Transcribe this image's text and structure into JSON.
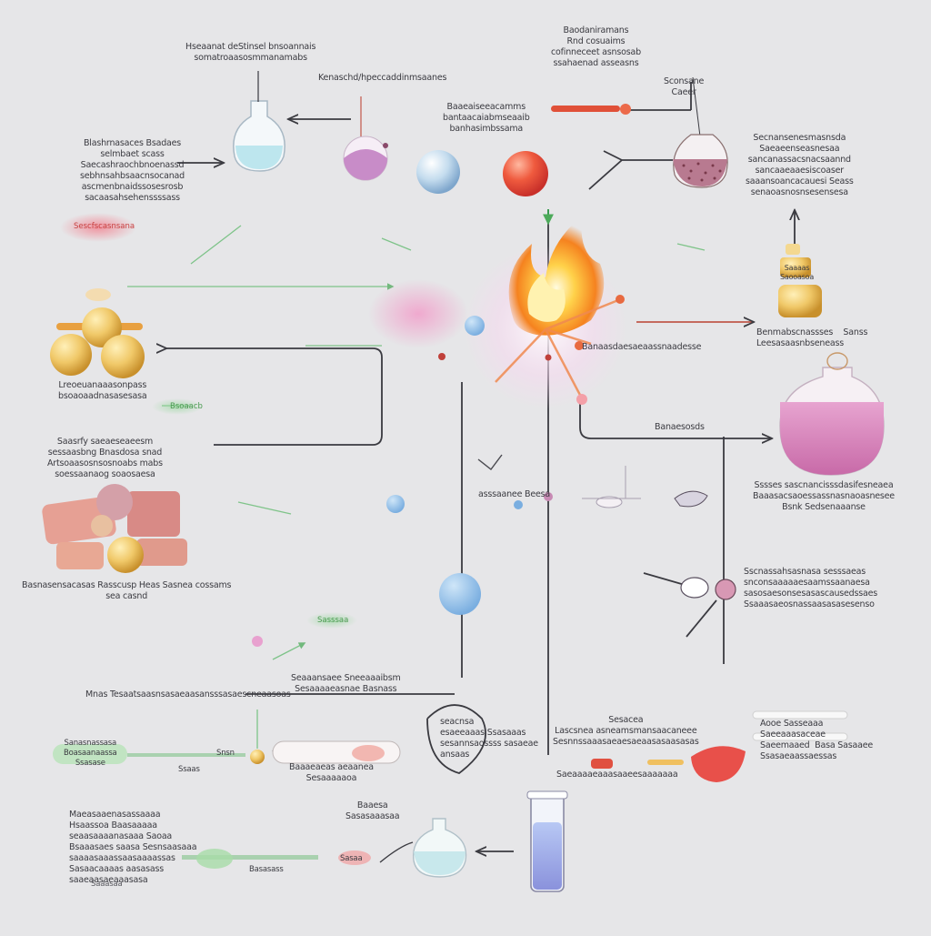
{
  "diagram": {
    "title": "",
    "colors": {
      "background": "#e6e6e8",
      "arrow": "#3a3a40",
      "flame_outer": "#f59a28",
      "flame_inner": "#fff6c8",
      "flask_liquid_blue": "#bfe8ef",
      "flask_liquid_pink": "#d98cc4",
      "sphere_red": "#e8503a",
      "sphere_blue": "#8fbde8",
      "crystal_gold": "#e8c060",
      "block_pink": "#e3a098",
      "tube_liquid": "#9aa6e6"
    },
    "icons": [
      "flask-icon",
      "round-flask-icon",
      "sphere-icon",
      "flame-icon",
      "test-tube-icon",
      "crystal-icon",
      "beaker-icon",
      "pipette-icon"
    ],
    "labels": [
      {
        "id": "top-left-heading",
        "text": "Hseaanat deStinsel bnsoannais\nsomatroaasosmmanamabs"
      },
      {
        "id": "top-center-small",
        "text": "Kenaschd/hpeccaddinmsaanes"
      },
      {
        "id": "top-right-heading",
        "text": "Baodaniramans\nRnd cosuaims\ncofinneceet asnsosab\nssahaenad asseasns"
      },
      {
        "id": "top-right-small",
        "text": "Sconsane\nCaeer"
      },
      {
        "id": "center-top",
        "text": "Baaeaiseeacamms\nbantaacaiabmseaaib\nbanhasimbssama"
      },
      {
        "id": "left-heading",
        "text": "Blashrnasaces Bsadaes\nselmbaet scass\nSaecashraochbnoenassd\nsebhnsahbsaacnsocanad\nascmenbnaidssosesrosb\nsacaasahsehenssssass"
      },
      {
        "id": "left-tag-red",
        "text": "Sescfscasnsana"
      },
      {
        "id": "right-heading",
        "text": "Secnansenesmasnsda\nSaeaeenseasnesaa\nsancanassacsnacsaannd\nsancaaeaaesiscoaser\nsaaansoancacauesi Seass\nsenaoasnosnsesensesa"
      },
      {
        "id": "gold-crystal-label",
        "text": "Saaaas\nSaooasoa"
      },
      {
        "id": "right-small-pair",
        "text": "Benmabscnassses    Sanss\nLeesasaasnbseneass"
      },
      {
        "id": "center-mid",
        "text": "Banaasdaesaeaassnaadesse"
      },
      {
        "id": "left-under-spheres",
        "text": "Lreoeuanaaasonpass\nbsoaoaadnasasesasa"
      },
      {
        "id": "left-tag-green",
        "text": "Bsoaacb"
      },
      {
        "id": "left-mid-heading",
        "text": "Saasrfy saeaeseaeesm\nsessaasbng Bnasdosa snad\nArtsoaasosnsosnoabs mabs\nsoessaanaog soaosaesa"
      },
      {
        "id": "right-mid",
        "text": "Banaesosds"
      },
      {
        "id": "right-pink-beaker-label",
        "text": "Sssses sascnancisssdasifesneaea\nBaaasacsaoessassnasnaoasnesee\nBsnk Sedsenaaanse"
      },
      {
        "id": "center-small-right",
        "text": "asssaanee Beesa"
      },
      {
        "id": "left-blocks-label",
        "text": "Basnasensacasas Rasscusp Heas Sasnea cossams\nsea casnd"
      },
      {
        "id": "right-lower",
        "text": "Sscnassahsasnasa sesssaeas\nsnconsaaaaaesaamssaanaesa\nsasosaesonsesasascausedssaes\nSsaaasaeosnassaasasasesenso"
      },
      {
        "id": "left-tag-green-2",
        "text": "Sasssaa"
      },
      {
        "id": "center-lower",
        "text": "Seaaansaee Sneeaaaibsm\nSesaaaaeasnae Basnass"
      },
      {
        "id": "left-lower-long",
        "text": "Mnas Tesaatsaasnsasaeaasansssasaescneaasoas"
      },
      {
        "id": "center-cluster-1",
        "text": "seacnsa\nesaeeaaas Ssasaaas\nsesannsaossss sasaeae\nansaas"
      },
      {
        "id": "center-cluster-2",
        "text": "Sesacea\nLascsnea asneamsmansaacaneee\nSesnnssaaasaeaesaeaasasaasasas"
      },
      {
        "id": "right-pipette-label",
        "text": "Aooe Sasseaaa\nSaeeaaasaceae\nSaeemaaed  Basa Sasaaee\nSsasaeaassaessas"
      },
      {
        "id": "left-pill-1",
        "text": "Sanasnassasa\nBoasaanaassa\nSsasase"
      },
      {
        "id": "pill-small-1",
        "text": "Snsn"
      },
      {
        "id": "pill-small-2",
        "text": "Ssaas"
      },
      {
        "id": "center-bottom-1",
        "text": "Baaaeaeas aeaanea\nSesaaaaaoa"
      },
      {
        "id": "center-bottom-2",
        "text": "Saeaaaaeaaasaaeesaaaaaaa"
      },
      {
        "id": "bottom-left-block",
        "text": "Maeasaaenasassaaaa\nHsaassoa Baasaaaaa\nseaasaaaanasaaa Saoaa\nBsaaasaes saasa Sesnsaasaaa\nsaaaasaaassaasaaaassas\nSasaacaaaas aasasass\nsaaeaasaeaaasasa"
      },
      {
        "id": "bottom-pill-1",
        "text": "Basasass"
      },
      {
        "id": "bottom-pill-2",
        "text": "Sasaa"
      },
      {
        "id": "bottom-center",
        "text": "Baaesa\nSasasaaasaa"
      },
      {
        "id": "bottom-small",
        "text": "Saaasaa"
      }
    ]
  }
}
